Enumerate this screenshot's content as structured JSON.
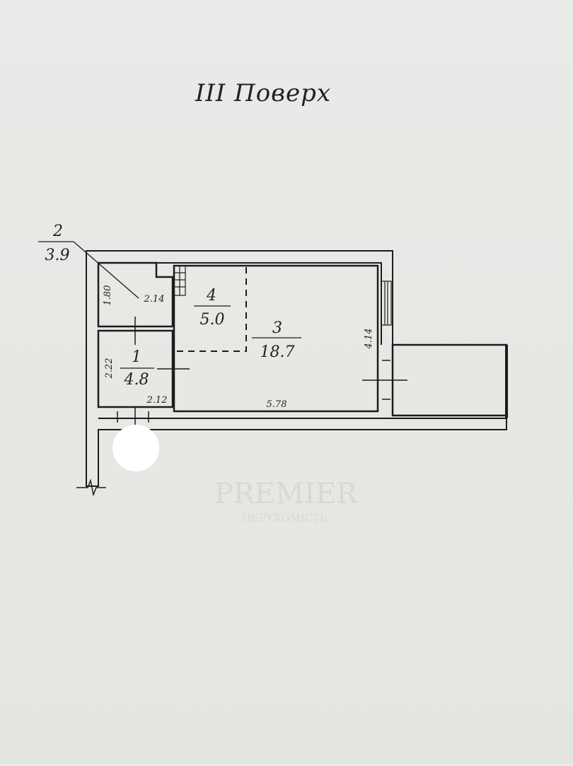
{
  "title": "III Поверх",
  "watermark": {
    "brand": "PREMIER",
    "sub": "НЕРУХОМІСТЬ"
  },
  "rooms": [
    {
      "num": "1",
      "area": "4.8"
    },
    {
      "num": "2",
      "area": "3.9"
    },
    {
      "num": "3",
      "area": "18.7"
    },
    {
      "num": "4",
      "area": "5.0"
    }
  ],
  "dimensions": {
    "d180": "1.80",
    "d214": "2.14",
    "d222": "2.22",
    "d212": "2.12",
    "d578": "5.78",
    "d414": "4.14"
  },
  "colors": {
    "ink": "#1c1c1c",
    "paper": "#e8eae7"
  }
}
